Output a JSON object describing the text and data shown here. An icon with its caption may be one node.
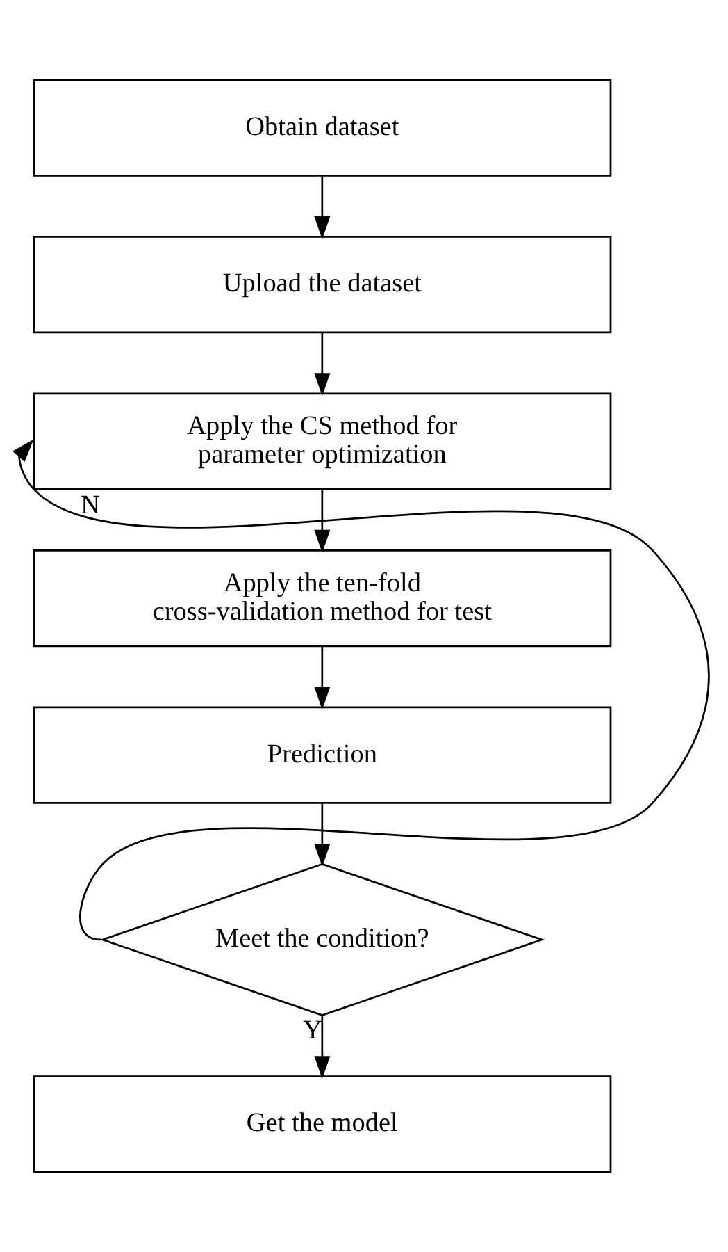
{
  "diagram": {
    "nodes": [
      {
        "text": [
          "Obtain dataset"
        ]
      },
      {
        "text": [
          "Upload the dataset"
        ]
      },
      {
        "text": [
          "Apply the CS method for parameter optimization"
        ]
      },
      {
        "text": [
          "Apply the ten-fold cross-validation method for test"
        ]
      },
      {
        "text": [
          "Prediction"
        ]
      },
      {
        "text": [
          "Meet the condition?"
        ]
      },
      {
        "text": [
          "Get the model"
        ]
      }
    ],
    "edges": [
      {
        "from": 0,
        "to": 1,
        "arrow": "to"
      },
      {
        "from": 1,
        "to": 2,
        "arrow": "to"
      },
      {
        "from": 2,
        "to": 3,
        "arrow": "to"
      },
      {
        "from": 3,
        "to": 4,
        "arrow": "to"
      },
      {
        "from": 4,
        "to": 5,
        "arrow": "to"
      },
      {
        "from": 5,
        "to": 6,
        "arrow": "to",
        "label": "Y"
      },
      {
        "from": 5,
        "to": 2,
        "arrow": "to",
        "label": "N"
      }
    ]
  }
}
